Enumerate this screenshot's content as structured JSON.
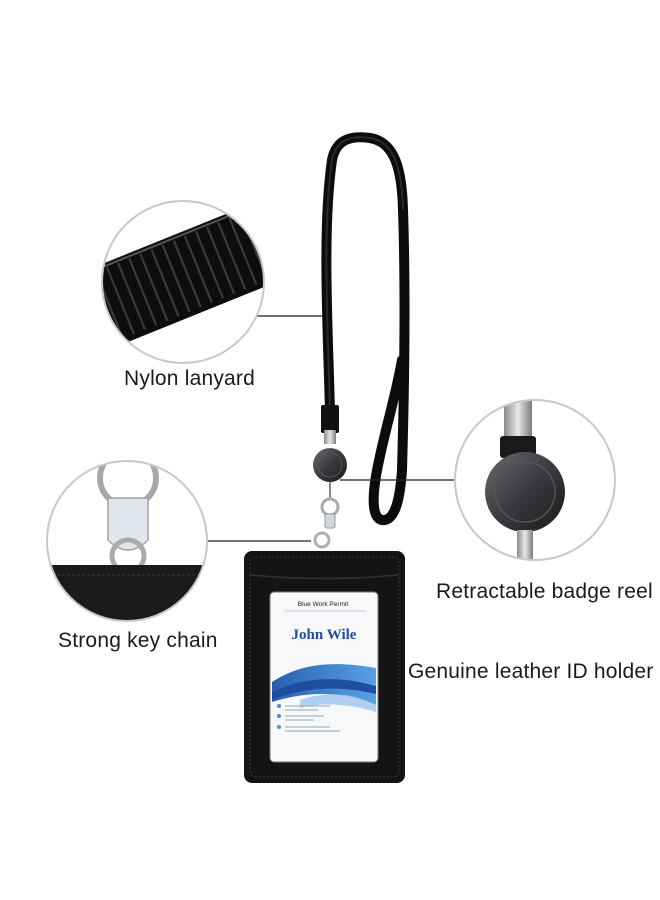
{
  "callouts": {
    "nylon_lanyard": "Nylon lanyard",
    "badge_reel": "Retractable badge reel",
    "key_chain": "Strong key chain",
    "id_holder": "Genuine leather ID holder"
  },
  "id_card": {
    "title": "Blue Work Permit",
    "name": "John Wile"
  },
  "colors": {
    "lanyard": "#0c0c0c",
    "leather": "#141414",
    "card_wave_dark": "#1f4ea0",
    "card_wave_light": "#4b8ed8",
    "callout_line": "#222222"
  }
}
